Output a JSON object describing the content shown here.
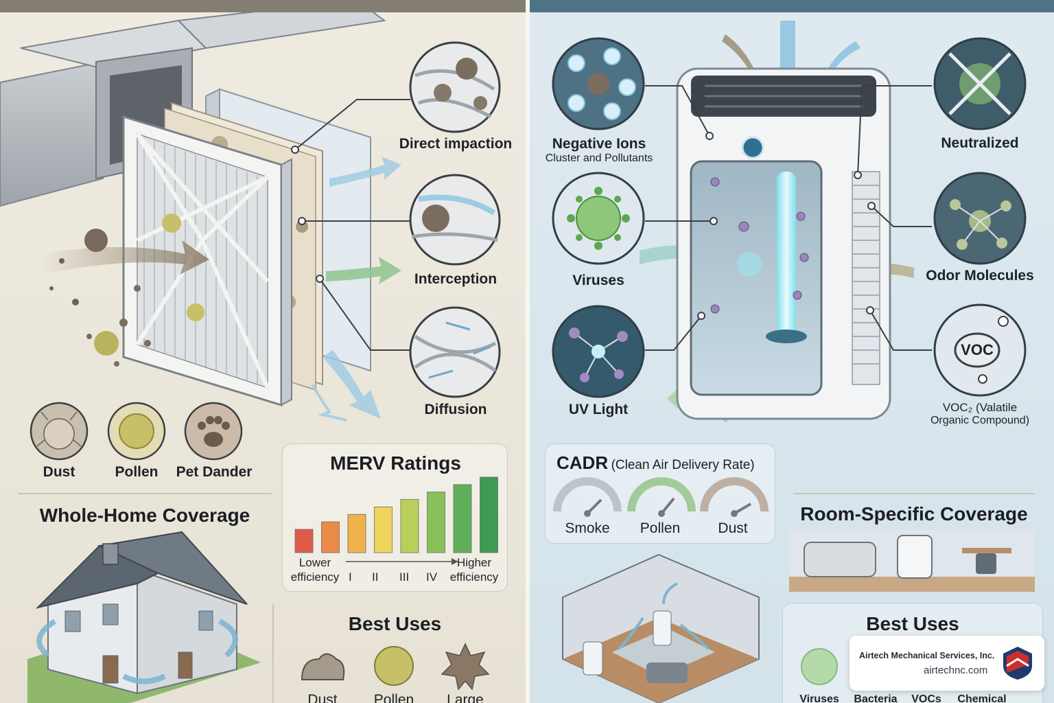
{
  "left": {
    "mechanisms": [
      {
        "label": "Direct impaction"
      },
      {
        "label": "Interception"
      },
      {
        "label": "Diffusion"
      }
    ],
    "particles": [
      {
        "label": "Dust"
      },
      {
        "label": "Pollen"
      },
      {
        "label": "Pet Dander"
      }
    ],
    "merv": {
      "title": "MERV Ratings",
      "lower_label": "Lower\nefficiency",
      "higher_label": "Higher\nefficiency",
      "levels": [
        "I",
        "II",
        "III",
        "IV"
      ],
      "bar_colors": [
        "#e05a4a",
        "#ec8a4a",
        "#f0b24a",
        "#eed45a",
        "#b9cf5c",
        "#88c05a",
        "#5faf5a",
        "#3f9a52"
      ]
    },
    "coverage_title": "Whole-Home Coverage",
    "best_uses": {
      "title": "Best Uses",
      "items": [
        "Dust",
        "Pollen",
        "Large"
      ]
    }
  },
  "right": {
    "left_labels": [
      {
        "label": "Negative Ions",
        "sub": "Cluster and Pollutants"
      },
      {
        "label": "Viruses"
      },
      {
        "label": "UV Light"
      }
    ],
    "right_labels": [
      {
        "label": "Neutralized"
      },
      {
        "label": "Odor Molecules"
      },
      {
        "label": "VOC₂ (Valatile",
        "sub": "Organic Compound)"
      }
    ],
    "voc_badge": "VOC",
    "cadr": {
      "title": "CADR",
      "subtitle": "(Clean Air Delivery Rate)",
      "gauges": [
        "Smoke",
        "Pollen",
        "Dust"
      ]
    },
    "coverage_title": "Room-Specific Coverage",
    "best_uses": {
      "title": "Best Uses",
      "items": [
        "Viruses",
        "Bacteria",
        "VOCs",
        "Chemical"
      ]
    }
  },
  "brand": {
    "name": "Airtech Mechanical Services, Inc.",
    "url": "airtechnc.com",
    "colors": {
      "red": "#c8302f",
      "navy": "#1f3a6e"
    }
  }
}
